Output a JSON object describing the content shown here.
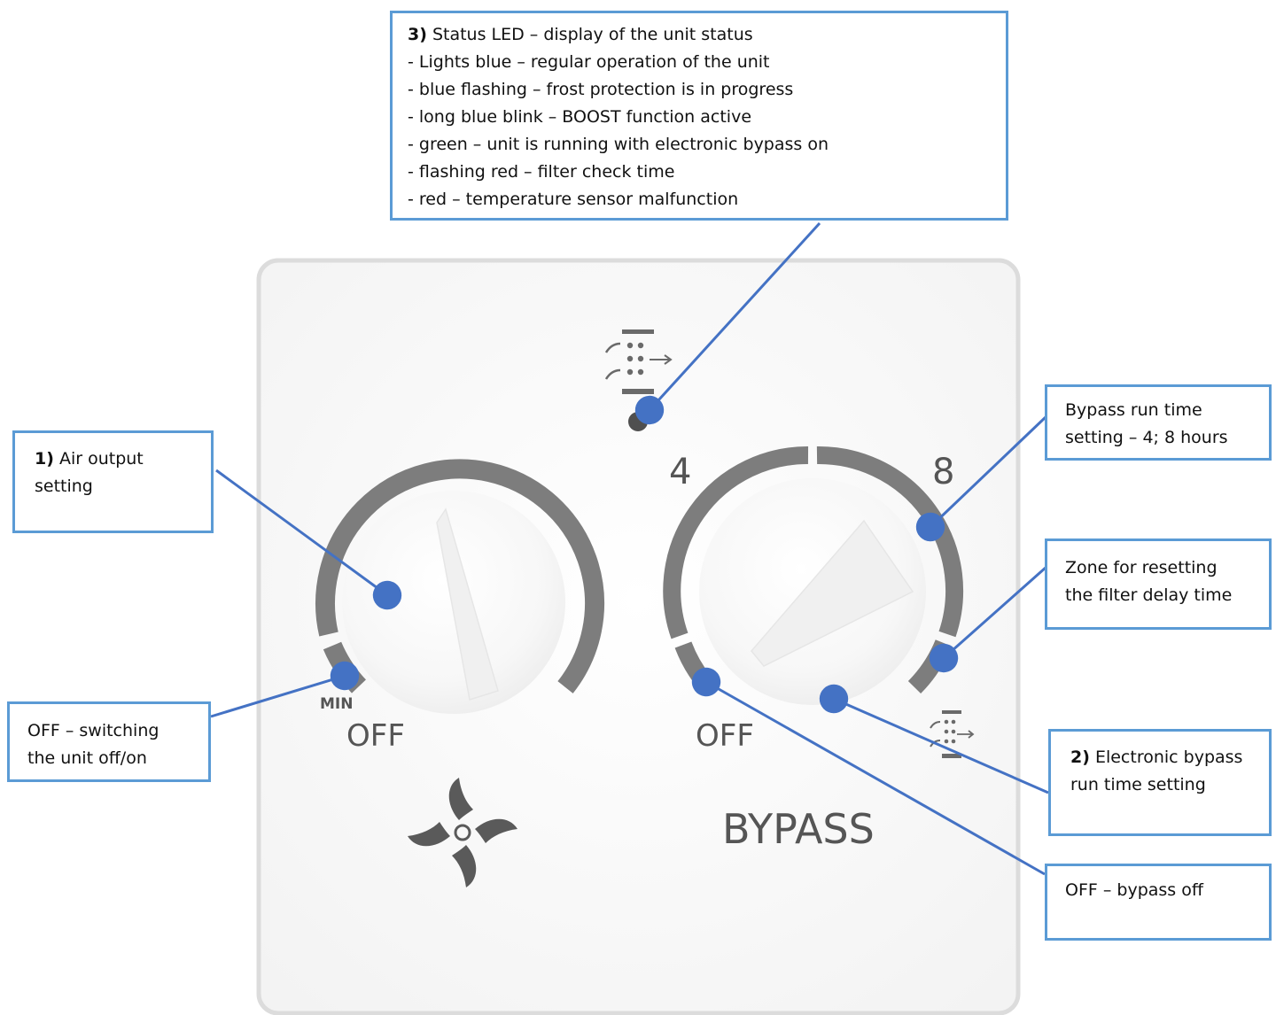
{
  "panel": {
    "off_left": "OFF",
    "min": "MIN",
    "off_right": "OFF",
    "scale_4": "4",
    "scale_8": "8",
    "bypass": "BYPASS"
  },
  "callouts": {
    "status_led": {
      "number": "3)",
      "title": "Status LED – display of the unit status",
      "lines": [
        "- Lights blue – regular operation of the unit",
        "- blue flashing – frost protection is in progress",
        "- long blue blink – BOOST function active",
        "- green – unit is running with electronic bypass on",
        "- flashing red – filter check time",
        "- red – temperature sensor malfunction"
      ]
    },
    "air_output": {
      "number": "1)",
      "line1": "Air output",
      "line2": "setting"
    },
    "off_unit": {
      "line1": "OFF – switching",
      "line2": "the unit off/on"
    },
    "bypass_run_time": {
      "line1": "Bypass run time",
      "line2": "setting – 4; 8 hours"
    },
    "reset_zone": {
      "line1": "Zone for resetting",
      "line2": "the filter delay time"
    },
    "bypass_setting": {
      "number": "2)",
      "line1": "Electronic bypass",
      "line2": "run time setting"
    },
    "bypass_off": {
      "line1": "OFF – bypass off"
    }
  },
  "colors": {
    "callout_border": "#5b9bd5",
    "arrow": "#4472c4",
    "dial_ring": "#7d7d7d",
    "panel_border": "#dcdcdc",
    "led": "#4f4f4f"
  }
}
